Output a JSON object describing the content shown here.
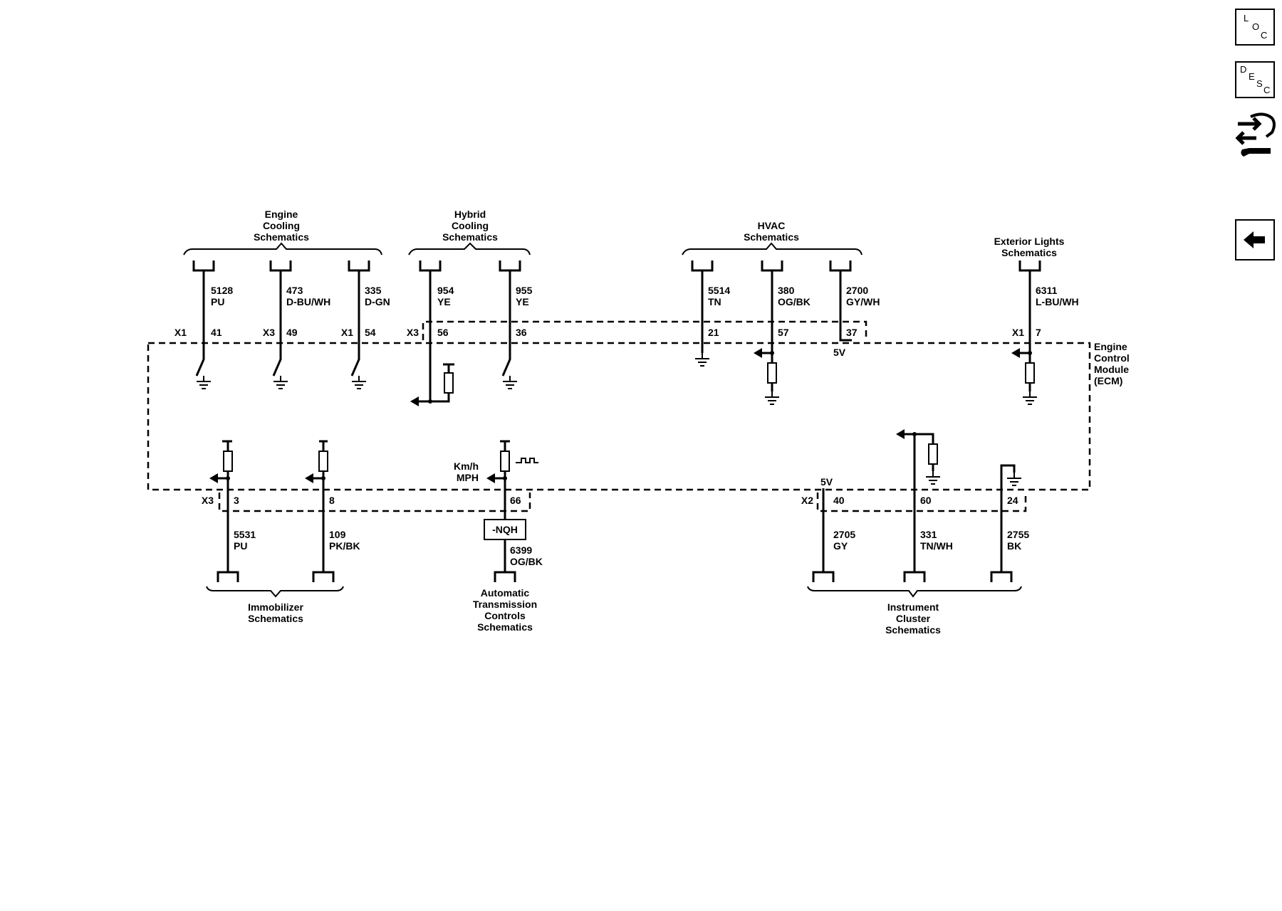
{
  "toolbar": {
    "loc_button": {
      "letters": [
        "L",
        "O",
        "C"
      ]
    },
    "desc_button": {
      "letters": [
        "D",
        "E",
        "S",
        "C"
      ]
    },
    "tools_icon": "hand-wrench-icon",
    "back_icon": "arrow-left-icon"
  },
  "module": {
    "label_lines": [
      "Engine",
      "Control",
      "Module",
      "(ECM)"
    ]
  },
  "groups": {
    "engine_cooling": [
      "Engine",
      "Cooling",
      "Schematics"
    ],
    "hybrid_cooling": [
      "Hybrid",
      "Cooling",
      "Schematics"
    ],
    "hvac": [
      "HVAC",
      "Schematics"
    ],
    "exterior_lights": [
      "Exterior Lights",
      "Schematics"
    ],
    "immobilizer": [
      "Immobilizer",
      "Schematics"
    ],
    "auto_trans": [
      "Automatic",
      "Transmission",
      "Controls",
      "Schematics"
    ],
    "instrument_cluster": [
      "Instrument",
      "Cluster",
      "Schematics"
    ]
  },
  "circuits": [
    {
      "circuit": "5128",
      "color": "PU",
      "connector": "X1",
      "pin": "41"
    },
    {
      "circuit": "473",
      "color": "D-BU/WH",
      "connector": "X3",
      "pin": "49"
    },
    {
      "circuit": "335",
      "color": "D-GN",
      "connector": "X1",
      "pin": "54"
    },
    {
      "circuit": "954",
      "color": "YE",
      "connector": "X3",
      "pin": "56"
    },
    {
      "circuit": "955",
      "color": "YE",
      "connector": "",
      "pin": "36"
    },
    {
      "circuit": "5514",
      "color": "TN",
      "connector": "",
      "pin": "21"
    },
    {
      "circuit": "380",
      "color": "OG/BK",
      "connector": "",
      "pin": "57"
    },
    {
      "circuit": "2700",
      "color": "GY/WH",
      "connector": "",
      "pin": "37"
    },
    {
      "circuit": "6311",
      "color": "L-BU/WH",
      "connector": "X1",
      "pin": "7"
    },
    {
      "circuit": "5531",
      "color": "PU",
      "connector": "X3",
      "pin": "3"
    },
    {
      "circuit": "109",
      "color": "PK/BK",
      "connector": "",
      "pin": "8"
    },
    {
      "circuit": "6399",
      "color": "OG/BK",
      "connector": "",
      "pin": "66"
    },
    {
      "circuit": "2705",
      "color": "GY",
      "connector": "X2",
      "pin": "40"
    },
    {
      "circuit": "331",
      "color": "TN/WH",
      "connector": "",
      "pin": "60"
    },
    {
      "circuit": "2755",
      "color": "BK",
      "connector": "",
      "pin": "24"
    }
  ],
  "labels": {
    "ref_5v_top": "5V",
    "ref_5v_bottom": "5V",
    "speed_units": [
      "Km/h",
      "MPH"
    ],
    "inline_component": "-NQH"
  }
}
